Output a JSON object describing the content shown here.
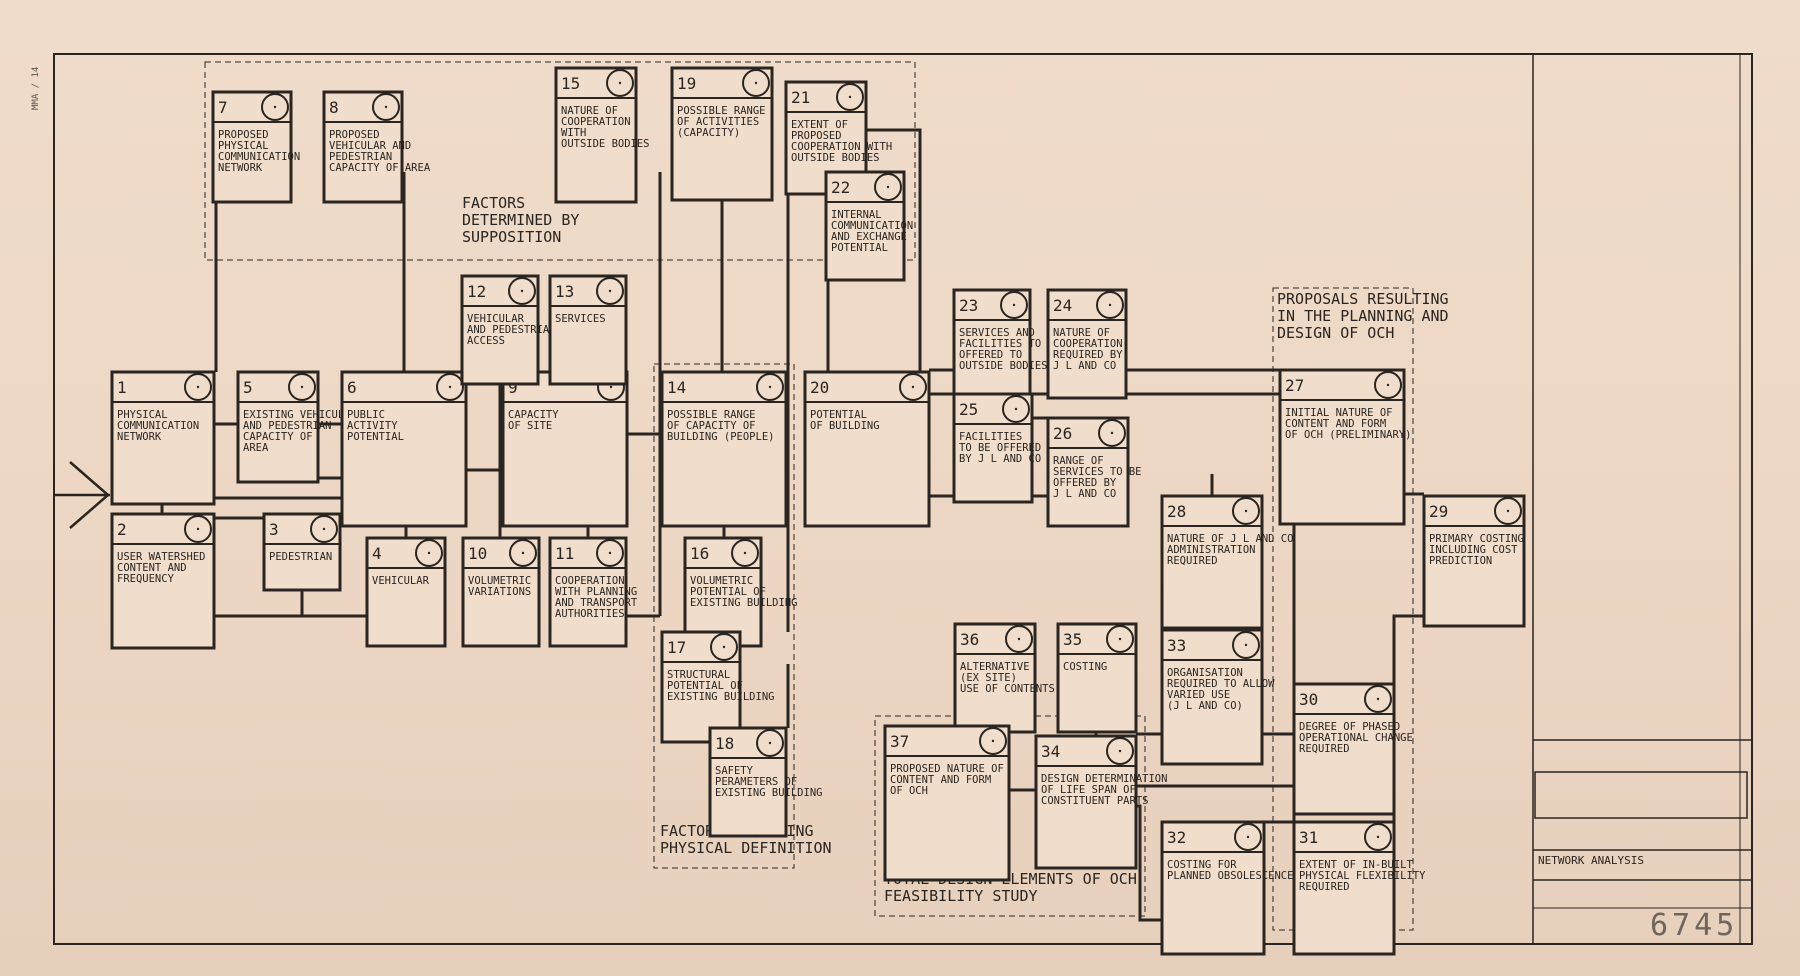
{
  "sheet": {
    "title_block": "NETWORK ANALYSIS",
    "sheet_number": "6745",
    "margin_note": "MMA / 14"
  },
  "regions": [
    {
      "id": "suppo",
      "label": "FACTORS DETERMINED BY SUPPOSITION"
    },
    {
      "id": "phys",
      "label": "FACTORS REQUIRING PHYSICAL DEFINITION"
    },
    {
      "id": "props",
      "label": "PROPOSALS RESULTING IN THE PLANNING AND DESIGN OF OCH"
    },
    {
      "id": "total",
      "label": "TOTAL DESIGN ELEMENTS OF OCH FEASIBILITY STUDY"
    }
  ],
  "nodes": [
    {
      "n": "1",
      "label": "PHYSICAL COMMUNICATION NETWORK"
    },
    {
      "n": "2",
      "label": "USER WATERSHED CONTENT AND FREQUENCY"
    },
    {
      "n": "3",
      "label": "PEDESTRIAN"
    },
    {
      "n": "4",
      "label": "VEHICULAR"
    },
    {
      "n": "5",
      "label": "EXISTING VEHICULAR AND PEDESTRIAN CAPACITY OF AREA"
    },
    {
      "n": "6",
      "label": "PUBLIC ACTIVITY POTENTIAL"
    },
    {
      "n": "7",
      "label": "PROPOSED PHYSICAL COMMUNICATION NETWORK"
    },
    {
      "n": "8",
      "label": "PROPOSED VEHICULAR AND PEDESTRIAN CAPACITY OF AREA"
    },
    {
      "n": "9",
      "label": "CAPACITY OF SITE"
    },
    {
      "n": "10",
      "label": "VOLUMETRIC VARIATIONS"
    },
    {
      "n": "11",
      "label": "COOPERATION WITH PLANNING AND TRANSPORT AUTHORITIES"
    },
    {
      "n": "12",
      "label": "VEHICULAR AND PEDESTRIAN ACCESS"
    },
    {
      "n": "13",
      "label": "SERVICES"
    },
    {
      "n": "14",
      "label": "POSSIBLE RANGE OF CAPACITY OF BUILDING (PEOPLE)"
    },
    {
      "n": "15",
      "label": "NATURE OF COOPERATION WITH OUTSIDE BODIES"
    },
    {
      "n": "16",
      "label": "VOLUMETRIC POTENTIAL OF EXISTING BUILDING"
    },
    {
      "n": "17",
      "label": "STRUCTURAL POTENTIAL OF EXISTING BUILDING"
    },
    {
      "n": "18",
      "label": "SAFETY PERAMETERS OF EXISTING BUILDING"
    },
    {
      "n": "19",
      "label": "POSSIBLE RANGE OF ACTIVITIES (CAPACITY)"
    },
    {
      "n": "20",
      "label": "POTENTIAL OF BUILDING"
    },
    {
      "n": "21",
      "label": "EXTENT OF PROPOSED COOPERATION WITH OUTSIDE BODIES"
    },
    {
      "n": "22",
      "label": "INTERNAL COMMUNICATION AND EXCHANGE POTENTIAL"
    },
    {
      "n": "23",
      "label": "SERVICES AND FACILITIES TO BE OFFERED TO OUTSIDE BODIES"
    },
    {
      "n": "24",
      "label": "NATURE OF COOPERATION REQUIRED BY J L AND CO"
    },
    {
      "n": "25",
      "label": "FACILITIES TO BE OFFERED BY J L AND CO"
    },
    {
      "n": "26",
      "label": "RANGE OF SERVICES TO BE OFFERED BY J L AND CO"
    },
    {
      "n": "27",
      "label": "INITIAL NATURE OF CONTENT AND FORM OF OCH (PRELIMINARY)"
    },
    {
      "n": "28",
      "label": "NATURE OF J L AND CO ADMINISTRATION REQUIRED"
    },
    {
      "n": "29",
      "label": "PRIMARY COSTING INCLUDING COST PREDICTION"
    },
    {
      "n": "30",
      "label": "DEGREE OF PHASED OPERATIONAL CHANGE REQUIRED"
    },
    {
      "n": "31",
      "label": "EXTENT OF IN-BUILT PHYSICAL FLEXIBILITY REQUIRED"
    },
    {
      "n": "32",
      "label": "COSTING FOR PLANNED OBSOLESCENCE"
    },
    {
      "n": "33",
      "label": "ORGANISATION REQUIRED TO ALLOW VARIED USE (J L AND CO)"
    },
    {
      "n": "34",
      "label": "DESIGN DETERMINATION OF LIFE SPAN OF CONSTITUENT PARTS"
    },
    {
      "n": "35",
      "label": "COSTING"
    },
    {
      "n": "36",
      "label": "ALTERNATIVE (EX SITE) USE OF CONTENTS"
    },
    {
      "n": "37",
      "label": "PROPOSED NATURE OF CONTENT AND FORM OF OCH"
    }
  ]
}
